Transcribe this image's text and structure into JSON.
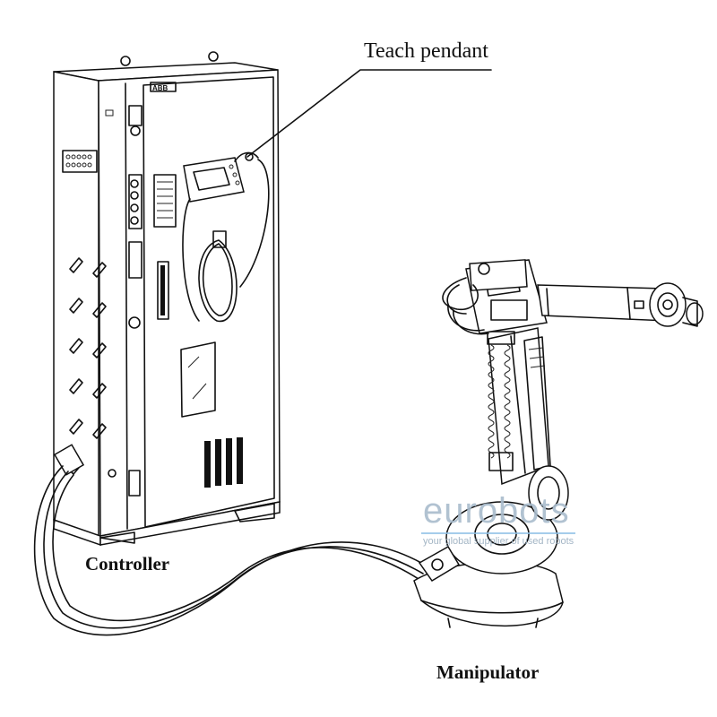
{
  "labels": {
    "teach_pendant": "Teach pendant",
    "controller": "Controller",
    "manipulator": "Manipulator"
  },
  "watermark": {
    "brand": "eurobots",
    "tagline": "your global supplier of used robots",
    "color": "#9fb3c4"
  },
  "cabinet_logo": "ABB",
  "colors": {
    "ink": "#111111",
    "background": "#ffffff"
  }
}
